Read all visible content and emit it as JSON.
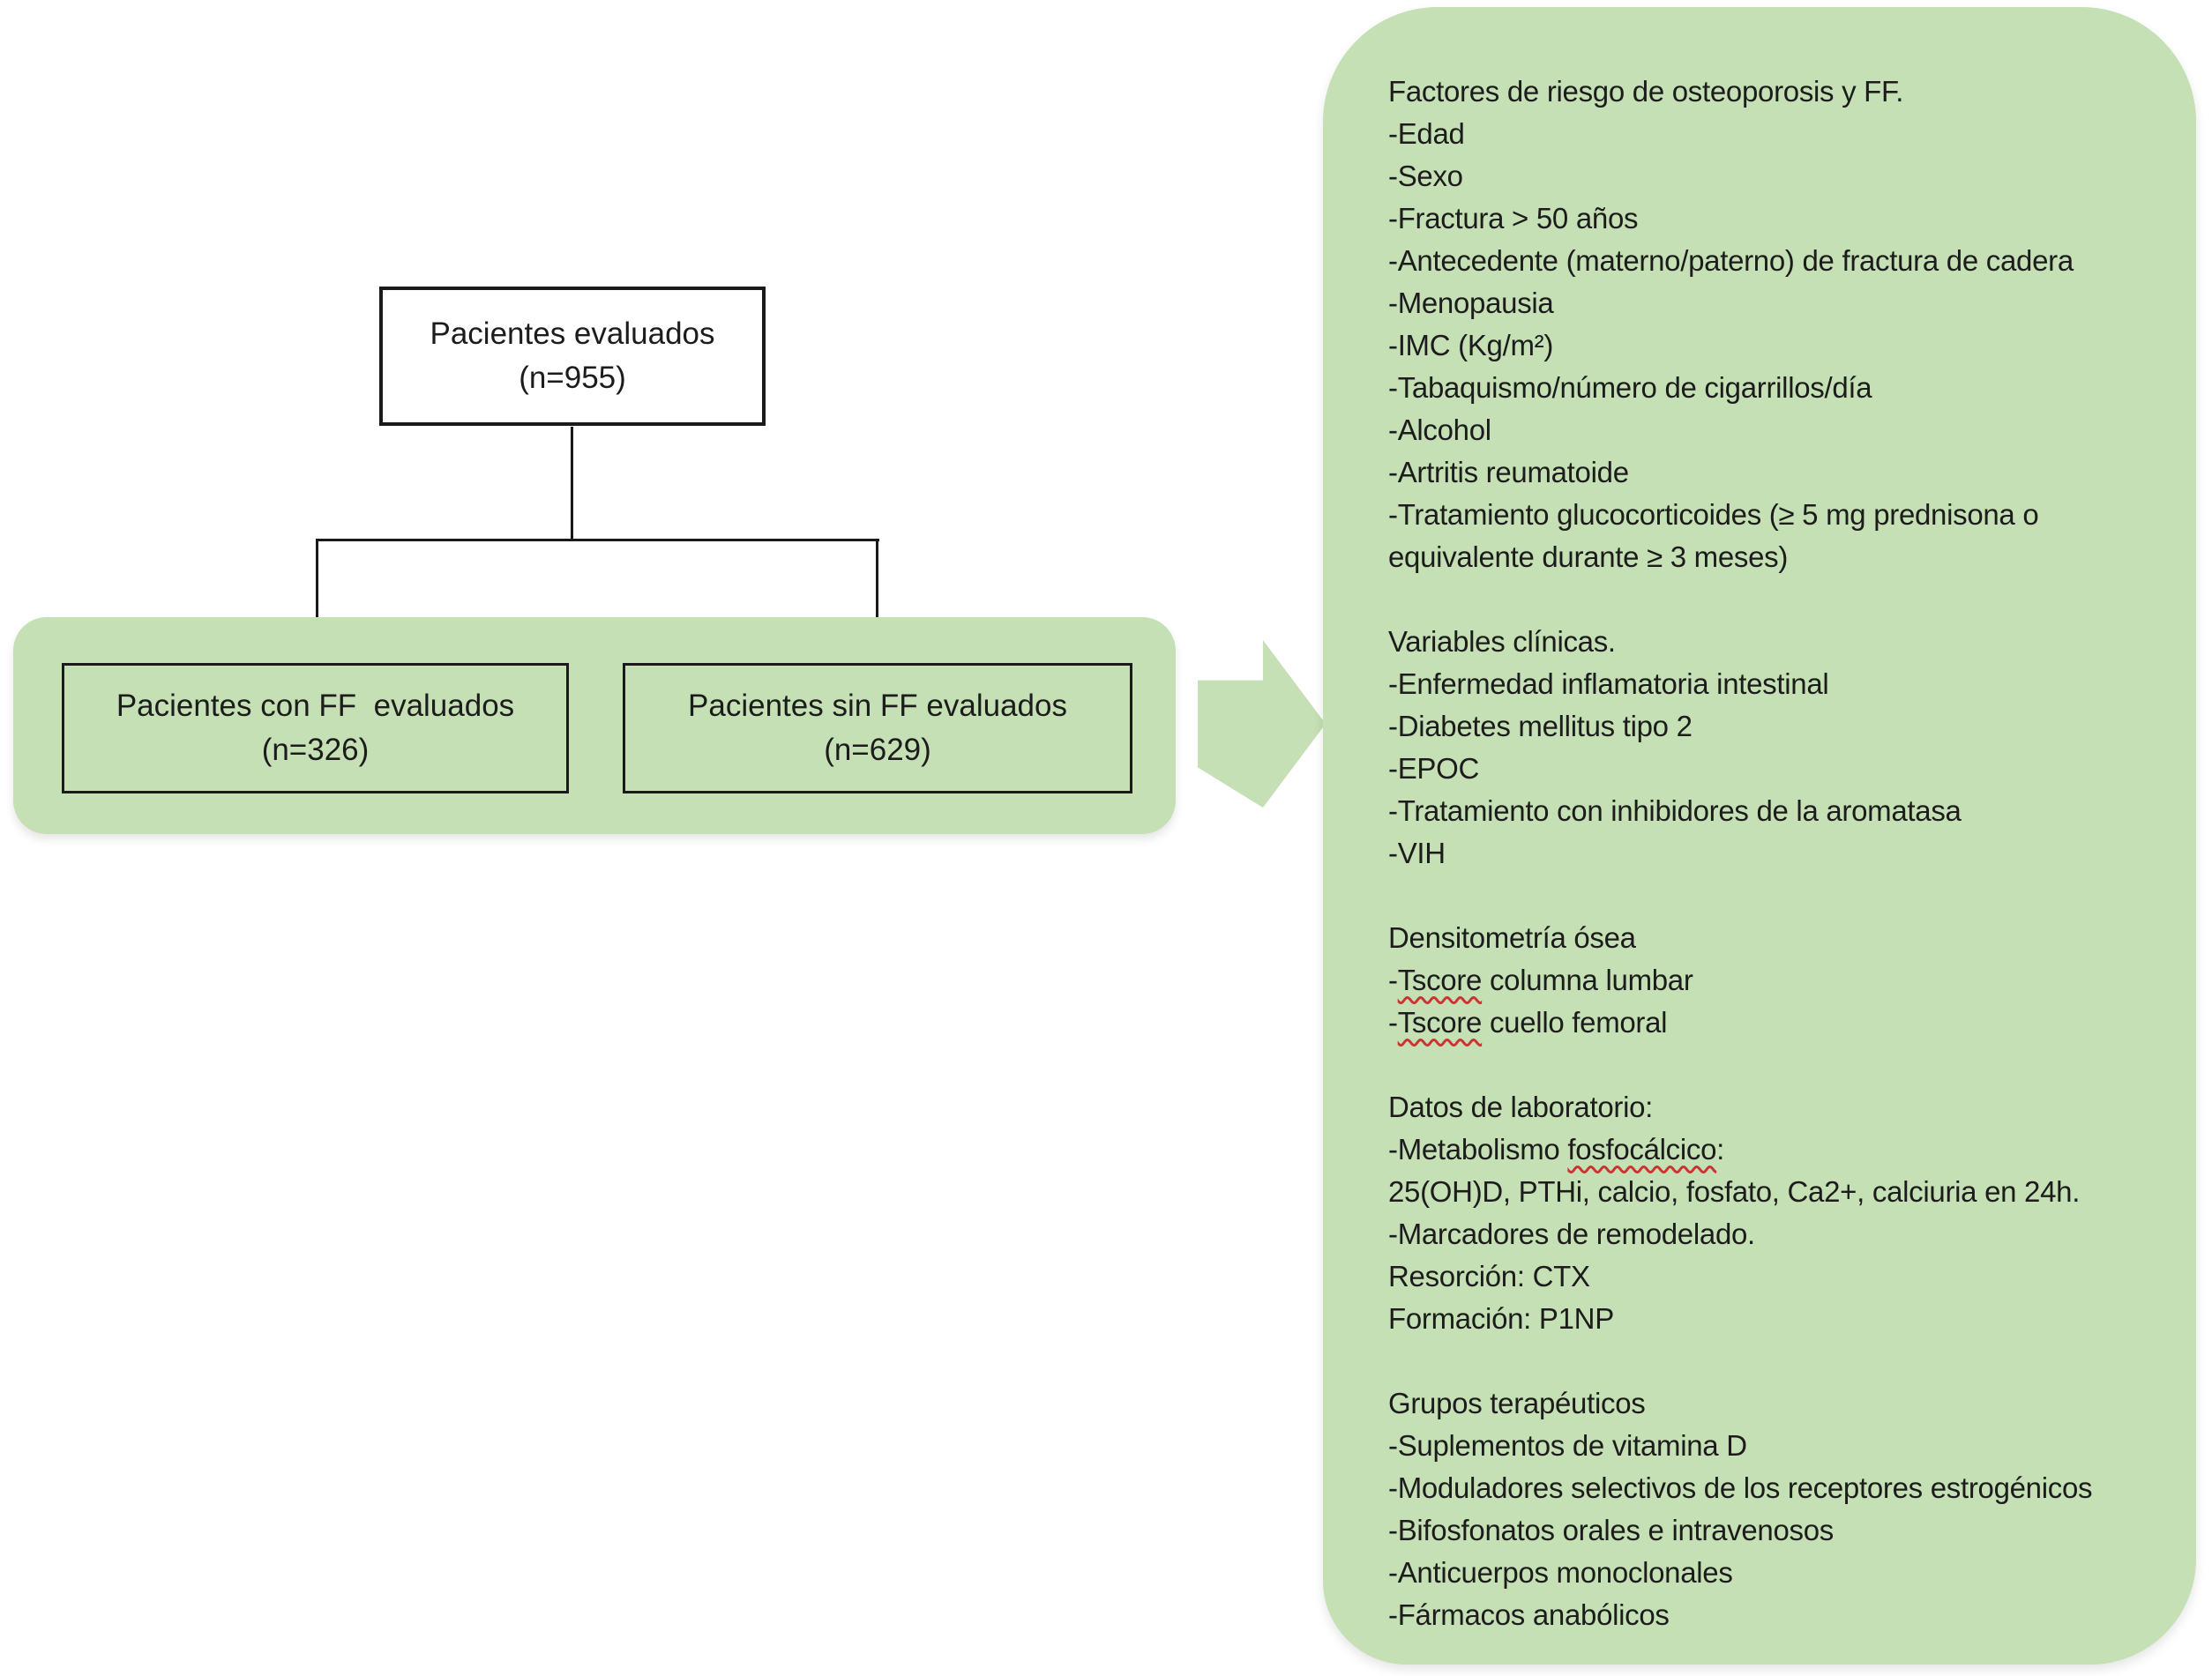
{
  "flowchart": {
    "top_box": {
      "line1": "Pacientes evaluados",
      "line2": "(n=955)"
    },
    "with_ff_box": {
      "line1": "Pacientes con FF  evaluados",
      "line2": "(n=326)"
    },
    "without_ff_box": {
      "line1": "Pacientes sin FF evaluados",
      "line2": "(n=629)"
    }
  },
  "panel": {
    "sections": [
      {
        "title": "Factores de riesgo de osteoporosis y FF.",
        "items": [
          "-Edad",
          "-Sexo",
          "-Fractura > 50 años",
          "-Antecedente (materno/paterno) de fractura de cadera",
          "-Menopausia",
          "-IMC (Kg/m²)",
          "-Tabaquismo/número de cigarrillos/día",
          "-Alcohol",
          "-Artritis reumatoide",
          "-Tratamiento glucocorticoides (≥ 5 mg prednisona o",
          "equivalente durante ≥ 3 meses)"
        ]
      },
      {
        "title": "Variables clínicas.",
        "items": [
          "-Enfermedad inflamatoria intestinal",
          "-Diabetes mellitus tipo 2",
          "-EPOC",
          "-Tratamiento con inhibidores de la aromatasa",
          "-VIH"
        ]
      },
      {
        "title": "Densitometría ósea",
        "items": [
          {
            "segments": [
              {
                "text": "-"
              },
              {
                "text": "Tscore",
                "squiggle": true
              },
              {
                "text": " columna lumbar"
              }
            ]
          },
          {
            "segments": [
              {
                "text": "-"
              },
              {
                "text": "Tscore",
                "squiggle": true
              },
              {
                "text": " cuello femoral"
              }
            ]
          }
        ]
      },
      {
        "title": "Datos de laboratorio:",
        "items": [
          {
            "segments": [
              {
                "text": "-Metabolismo "
              },
              {
                "text": "fosfocálcico",
                "squiggle": true
              },
              {
                "text": ":"
              }
            ]
          },
          "25(OH)D, PTHi, calcio, fosfato, Ca2+, calciuria en 24h.",
          "-Marcadores de remodelado.",
          "Resorción: CTX",
          "Formación: P1NP"
        ]
      },
      {
        "title": "Grupos terapéuticos",
        "items": [
          "-Suplementos de vitamina D",
          "-Moduladores selectivos de los receptores estrogénicos",
          "-Bifosfonatos orales e intravenosos",
          "-Anticuerpos monoclonales",
          "-Fármacos anabólicos"
        ]
      }
    ]
  },
  "colors": {
    "panel_green": "#c5e0b4",
    "text_ink": "#1c1c1c",
    "connector_black": "#1a1a1a",
    "squiggle_red": "#cc3333",
    "box_background": "#ffffff"
  }
}
